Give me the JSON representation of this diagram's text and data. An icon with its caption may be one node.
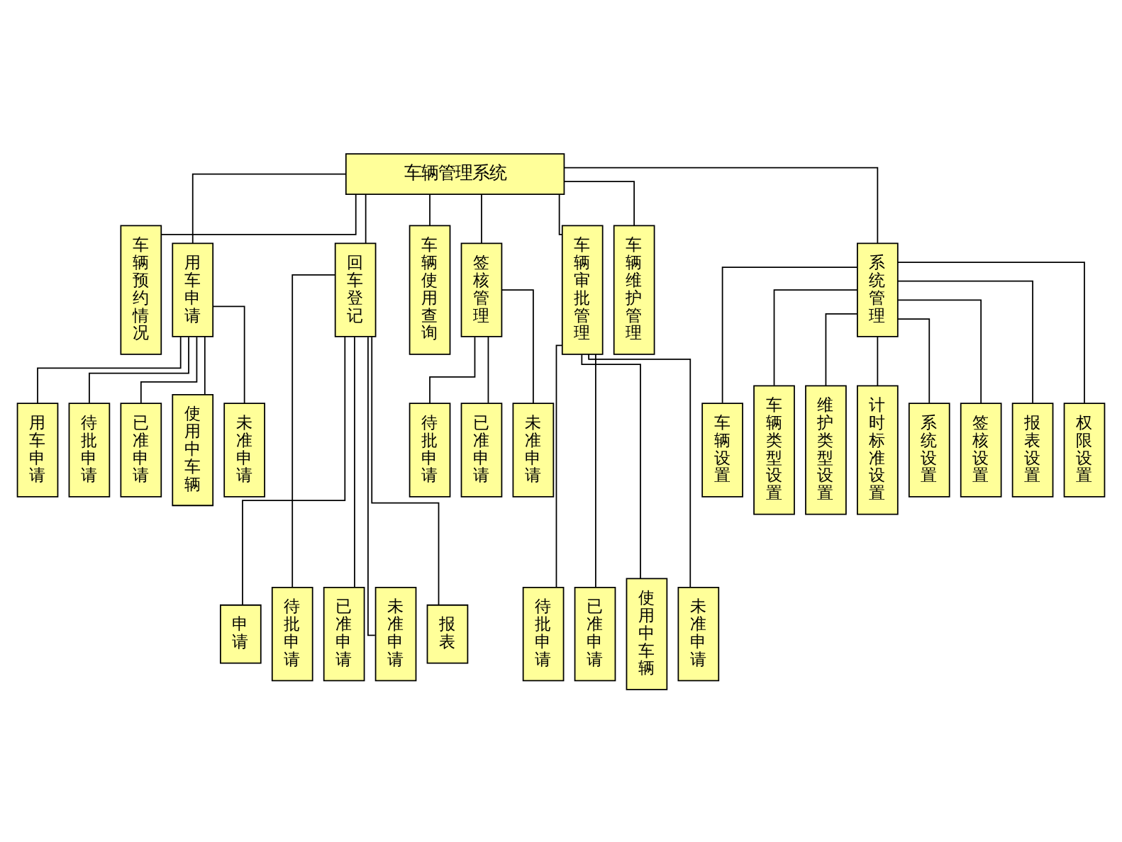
{
  "diagram": {
    "nodes": [
      {
        "text": [
          "车辆管理系统"
        ]
      },
      {
        "text": [
          "车辆预约情况"
        ]
      },
      {
        "text": [
          "用车申请"
        ]
      },
      {
        "text": [
          "回车登记"
        ]
      },
      {
        "text": [
          "车辆使用查询"
        ]
      },
      {
        "text": [
          "签核管理"
        ]
      },
      {
        "text": [
          "车辆审批管理"
        ]
      },
      {
        "text": [
          "车辆维护管理"
        ]
      },
      {
        "text": [
          "系统管理"
        ]
      },
      {
        "text": [
          "用车申请"
        ]
      },
      {
        "text": [
          "待批申请"
        ]
      },
      {
        "text": [
          "已准申请"
        ]
      },
      {
        "text": [
          "使用中车辆"
        ]
      },
      {
        "text": [
          "未准申请"
        ]
      },
      {
        "text": [
          "申请"
        ]
      },
      {
        "text": [
          "待批申请"
        ]
      },
      {
        "text": [
          "已准申请"
        ]
      },
      {
        "text": [
          "未准申请"
        ]
      },
      {
        "text": [
          "报表"
        ]
      },
      {
        "text": [
          "待批申请"
        ]
      },
      {
        "text": [
          "已准申请"
        ]
      },
      {
        "text": [
          "未准申请"
        ]
      },
      {
        "text": [
          "车辆设置"
        ]
      },
      {
        "text": [
          "车辆类型设置"
        ]
      },
      {
        "text": [
          "维护类型设置"
        ]
      },
      {
        "text": [
          "计时标准设置"
        ]
      },
      {
        "text": [
          "系统设置"
        ]
      },
      {
        "text": [
          "签核设置"
        ]
      },
      {
        "text": [
          "报表设置"
        ]
      },
      {
        "text": [
          "权限设置"
        ]
      },
      {
        "text": [
          "待批申请"
        ]
      },
      {
        "text": [
          "已准申请"
        ]
      },
      {
        "text": [
          "使用中车辆"
        ]
      },
      {
        "text": [
          "未准申请"
        ]
      }
    ],
    "edges": [
      {
        "from": 0,
        "to": 1,
        "arrow": "none"
      },
      {
        "from": 0,
        "to": 2,
        "arrow": "none"
      },
      {
        "from": 0,
        "to": 3,
        "arrow": "none"
      },
      {
        "from": 0,
        "to": 4,
        "arrow": "none"
      },
      {
        "from": 0,
        "to": 5,
        "arrow": "none"
      },
      {
        "from": 0,
        "to": 6,
        "arrow": "none"
      },
      {
        "from": 0,
        "to": 7,
        "arrow": "none"
      },
      {
        "from": 0,
        "to": 8,
        "arrow": "none"
      },
      {
        "from": 2,
        "to": 9,
        "arrow": "none"
      },
      {
        "from": 2,
        "to": 10,
        "arrow": "none"
      },
      {
        "from": 2,
        "to": 11,
        "arrow": "none"
      },
      {
        "from": 2,
        "to": 12,
        "arrow": "none"
      },
      {
        "from": 2,
        "to": 13,
        "arrow": "none"
      },
      {
        "from": 3,
        "to": 14,
        "arrow": "none"
      },
      {
        "from": 3,
        "to": 15,
        "arrow": "none"
      },
      {
        "from": 3,
        "to": 16,
        "arrow": "none"
      },
      {
        "from": 3,
        "to": 17,
        "arrow": "none"
      },
      {
        "from": 3,
        "to": 18,
        "arrow": "none"
      },
      {
        "from": 5,
        "to": 19,
        "arrow": "none"
      },
      {
        "from": 5,
        "to": 20,
        "arrow": "none"
      },
      {
        "from": 5,
        "to": 21,
        "arrow": "none"
      },
      {
        "from": 8,
        "to": 22,
        "arrow": "none"
      },
      {
        "from": 8,
        "to": 23,
        "arrow": "none"
      },
      {
        "from": 8,
        "to": 24,
        "arrow": "none"
      },
      {
        "from": 8,
        "to": 25,
        "arrow": "none"
      },
      {
        "from": 8,
        "to": 26,
        "arrow": "none"
      },
      {
        "from": 8,
        "to": 27,
        "arrow": "none"
      },
      {
        "from": 8,
        "to": 28,
        "arrow": "none"
      },
      {
        "from": 8,
        "to": 29,
        "arrow": "none"
      },
      {
        "from": 6,
        "to": 30,
        "arrow": "none"
      },
      {
        "from": 6,
        "to": 31,
        "arrow": "none"
      },
      {
        "from": 6,
        "to": 32,
        "arrow": "none"
      },
      {
        "from": 6,
        "to": 33,
        "arrow": "none"
      }
    ]
  }
}
